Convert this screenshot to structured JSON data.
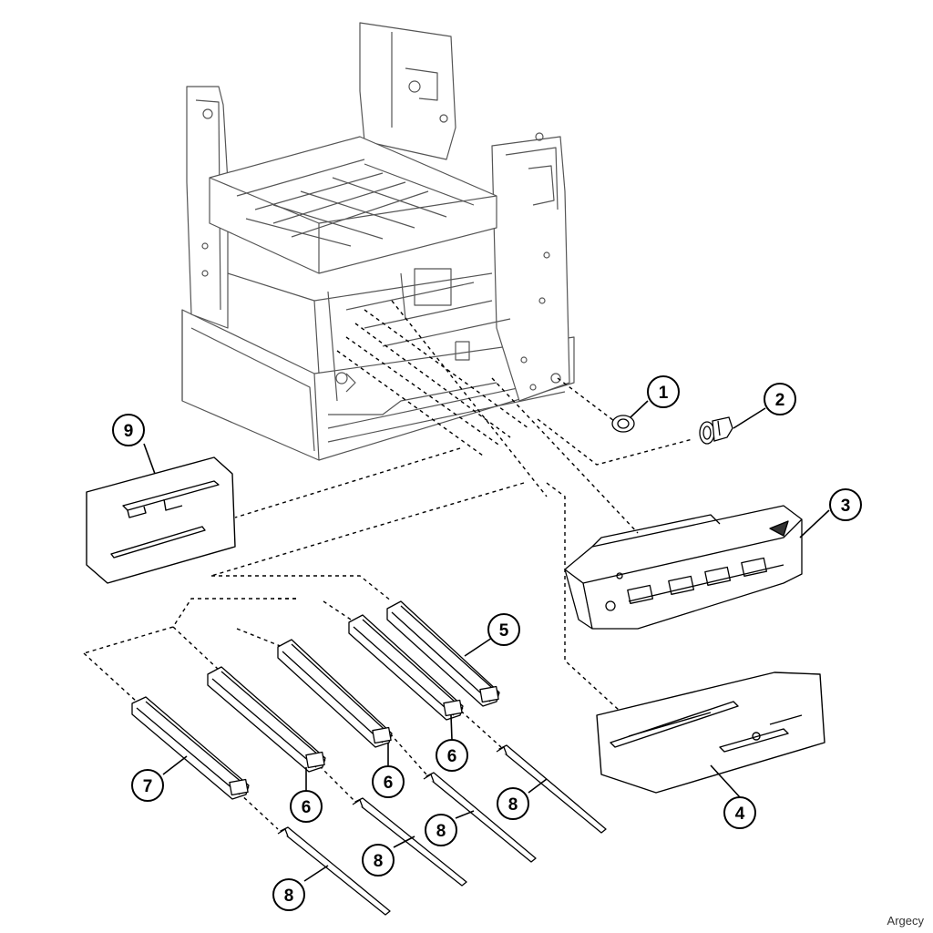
{
  "callouts": [
    {
      "id": "1",
      "label": "1"
    },
    {
      "id": "2",
      "label": "2"
    },
    {
      "id": "3",
      "label": "3"
    },
    {
      "id": "4",
      "label": "4"
    },
    {
      "id": "5",
      "label": "5"
    },
    {
      "id": "6a",
      "label": "6"
    },
    {
      "id": "6b",
      "label": "6"
    },
    {
      "id": "6c",
      "label": "6"
    },
    {
      "id": "7",
      "label": "7"
    },
    {
      "id": "8a",
      "label": "8"
    },
    {
      "id": "8b",
      "label": "8"
    },
    {
      "id": "8c",
      "label": "8"
    },
    {
      "id": "8d",
      "label": "8"
    },
    {
      "id": "9",
      "label": "9"
    }
  ],
  "watermark": "Argecy",
  "colors": {
    "line": "#000000",
    "frame_line": "#555555",
    "background": "#ffffff"
  }
}
